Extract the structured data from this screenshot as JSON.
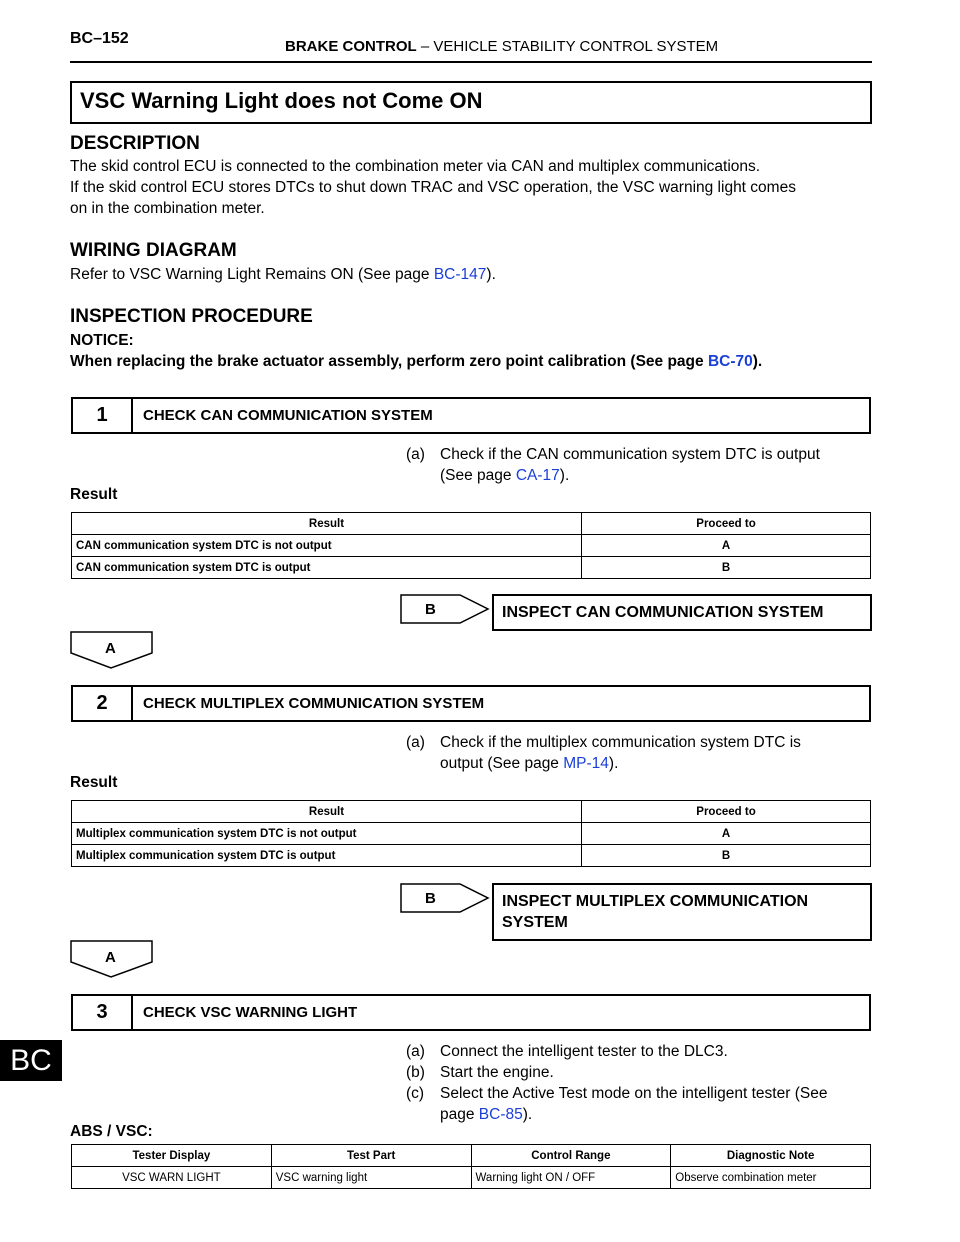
{
  "header": {
    "page_id": "BC–152",
    "section_bold": "BRAKE CONTROL",
    "section_rest": " – VEHICLE STABILITY CONTROL SYSTEM"
  },
  "title": "VSC Warning Light does not Come ON",
  "description": {
    "heading": "DESCRIPTION",
    "line1": "The skid control ECU is connected to the combination meter via CAN and multiplex communications.",
    "line2": "If the skid control ECU stores DTCs to shut down TRAC and VSC operation, the VSC warning light comes",
    "line3": "on in the combination meter."
  },
  "wiring": {
    "heading": "WIRING DIAGRAM",
    "text_before": "Refer to VSC Warning Light Remains ON (See page ",
    "link": "BC-147",
    "text_after": ")."
  },
  "inspection": {
    "heading": "INSPECTION PROCEDURE",
    "notice_label": "NOTICE:",
    "notice_before": "When replacing the brake actuator assembly, perform zero point calibration (See page ",
    "notice_link": "BC-70",
    "notice_after": ")."
  },
  "step1": {
    "num": "1",
    "label": "CHECK CAN COMMUNICATION SYSTEM",
    "sub_tag": "(a)",
    "sub_line1": "Check if the CAN communication system DTC is output",
    "sub_line2_before": "(See page ",
    "sub_link": "CA-17",
    "sub_line2_after": ").",
    "result_label": "Result",
    "table_headers": [
      "Result",
      "Proceed to"
    ],
    "table_rows": [
      [
        "CAN communication system DTC is not output",
        "A"
      ],
      [
        "CAN communication system DTC is output",
        "B"
      ]
    ],
    "branch_b": "B",
    "branch_a": "A",
    "inspect": "INSPECT CAN COMMUNICATION SYSTEM"
  },
  "step2": {
    "num": "2",
    "label": "CHECK MULTIPLEX COMMUNICATION SYSTEM",
    "sub_tag": "(a)",
    "sub_line1": "Check if the multiplex communication system DTC is",
    "sub_line2_before": "output (See page ",
    "sub_link": "MP-14",
    "sub_line2_after": ").",
    "result_label": "Result",
    "table_headers": [
      "Result",
      "Proceed to"
    ],
    "table_rows": [
      [
        "Multiplex communication system DTC is not output",
        "A"
      ],
      [
        "Multiplex communication system DTC is output",
        "B"
      ]
    ],
    "branch_b": "B",
    "branch_a": "A",
    "inspect_line1": "INSPECT MULTIPLEX COMMUNICATION",
    "inspect_line2": "SYSTEM"
  },
  "step3": {
    "num": "3",
    "label": "CHECK VSC WARNING LIGHT",
    "a_tag": "(a)",
    "a_text": "Connect the intelligent tester to the DLC3.",
    "b_tag": "(b)",
    "b_text": "Start the engine.",
    "c_tag": "(c)",
    "c_line1": "Select the Active Test mode on the intelligent tester (See",
    "c_line2_before": "page ",
    "c_link": "BC-85",
    "c_line2_after": ").",
    "abs_label": "ABS / VSC:",
    "table_headers": [
      "Tester Display",
      "Test Part",
      "Control Range",
      "Diagnostic Note"
    ],
    "table_row": [
      "VSC WARN LIGHT",
      "VSC warning light",
      "Warning light ON / OFF",
      "Observe combination meter"
    ]
  },
  "side_tab": "BC",
  "colors": {
    "link": "#1a3fd6"
  }
}
